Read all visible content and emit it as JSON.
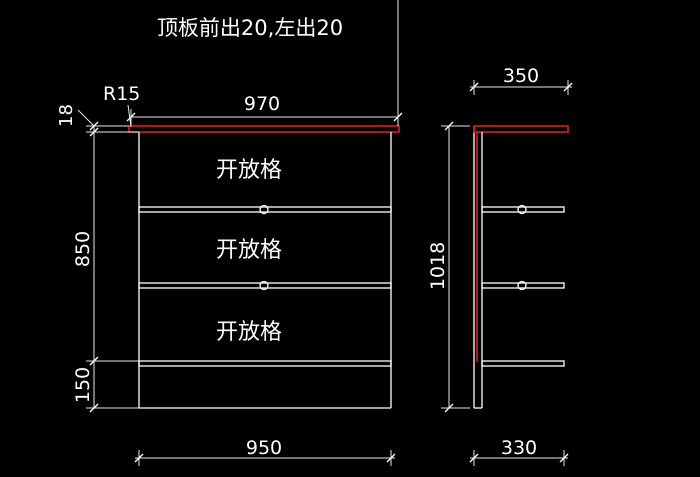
{
  "note": "顶板前出20,左出20",
  "front_view": {
    "radius_label": "R15",
    "top_width": "970",
    "top_thickness": "18",
    "upper_height": "850",
    "base_height": "150",
    "bottom_width": "950",
    "shelf_labels": [
      "开放格",
      "开放格",
      "开放格"
    ]
  },
  "side_view": {
    "top_depth": "350",
    "total_height": "1018",
    "bottom_depth": "330"
  },
  "colors": {
    "background": "#000000",
    "lines": "#ffffff",
    "top_board": "#e01b1b"
  }
}
